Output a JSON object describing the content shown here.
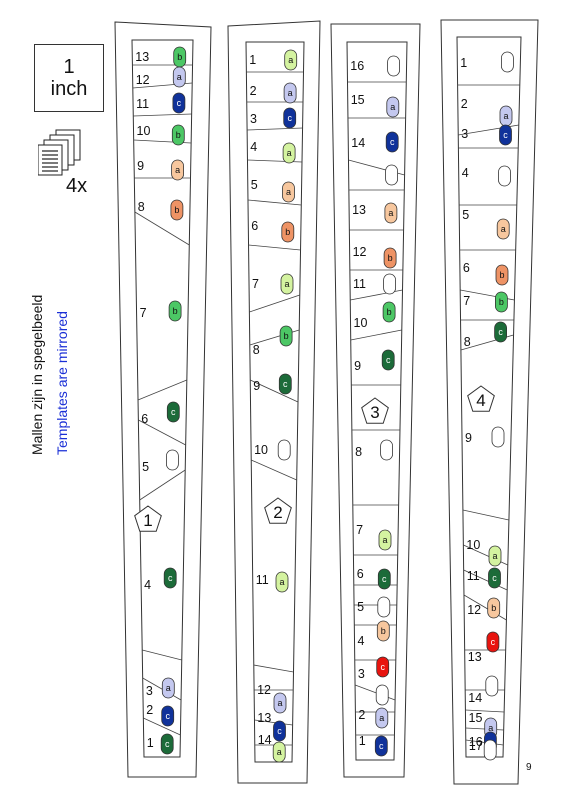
{
  "scale_box": {
    "line1": "1",
    "line2": "inch"
  },
  "copies_label": "4x",
  "side_text_nl": "Mallen zijn in spegelbeeld",
  "side_text_en": "Templates are mirrored",
  "page_number": "9",
  "colors": {
    "a_light_green": "#d4f3a0",
    "a_lavender": "#c4c8ef",
    "a_peach": "#f7c79e",
    "b_green": "#4cc765",
    "b_orange": "#ee9365",
    "c_dark_green": "#1c6b39",
    "c_navy": "#10329a",
    "c_red": "#e8140f",
    "empty": "#ffffff"
  },
  "templates": [
    {
      "id": "1",
      "pieces": [
        {
          "num": "13",
          "letter": "b",
          "color": "b_green"
        },
        {
          "num": "12",
          "letter": "a",
          "color": "a_lavender"
        },
        {
          "num": "11",
          "letter": "c",
          "color": "c_navy"
        },
        {
          "num": "10",
          "letter": "b",
          "color": "b_green"
        },
        {
          "num": "9",
          "letter": "a",
          "color": "a_peach"
        },
        {
          "num": "8",
          "letter": "b",
          "color": "b_orange"
        },
        {
          "num": "7",
          "letter": "b",
          "color": "b_green"
        },
        {
          "num": "6",
          "letter": "c",
          "color": "c_dark_green"
        },
        {
          "num": "5",
          "letter": "",
          "color": "empty"
        },
        {
          "num": "4",
          "letter": "c",
          "color": "c_dark_green"
        },
        {
          "num": "3",
          "letter": "a",
          "color": "a_lavender"
        },
        {
          "num": "2",
          "letter": "c",
          "color": "c_navy"
        },
        {
          "num": "1",
          "letter": "c",
          "color": "c_dark_green"
        }
      ]
    },
    {
      "id": "2",
      "pieces": [
        {
          "num": "1",
          "letter": "a",
          "color": "a_light_green"
        },
        {
          "num": "2",
          "letter": "a",
          "color": "a_lavender"
        },
        {
          "num": "3",
          "letter": "c",
          "color": "c_navy"
        },
        {
          "num": "4",
          "letter": "a",
          "color": "a_light_green"
        },
        {
          "num": "5",
          "letter": "a",
          "color": "a_peach"
        },
        {
          "num": "6",
          "letter": "b",
          "color": "b_orange"
        },
        {
          "num": "7",
          "letter": "a",
          "color": "a_light_green"
        },
        {
          "num": "8",
          "letter": "b",
          "color": "b_green"
        },
        {
          "num": "9",
          "letter": "c",
          "color": "c_dark_green"
        },
        {
          "num": "10",
          "letter": "",
          "color": "empty"
        },
        {
          "num": "11",
          "letter": "a",
          "color": "a_light_green"
        },
        {
          "num": "12",
          "letter": "a",
          "color": "a_lavender"
        },
        {
          "num": "13",
          "letter": "c",
          "color": "c_navy"
        },
        {
          "num": "14",
          "letter": "a",
          "color": "a_light_green"
        }
      ]
    },
    {
      "id": "3",
      "pieces": [
        {
          "num": "16",
          "letter": "",
          "color": "empty"
        },
        {
          "num": "15",
          "letter": "a",
          "color": "a_lavender"
        },
        {
          "num": "14",
          "letter": "c",
          "color": "c_navy"
        },
        {
          "num": "",
          "letter": "",
          "color": "empty"
        },
        {
          "num": "13",
          "letter": "a",
          "color": "a_peach"
        },
        {
          "num": "12",
          "letter": "b",
          "color": "b_orange"
        },
        {
          "num": "11",
          "letter": "",
          "color": "empty"
        },
        {
          "num": "10",
          "letter": "b",
          "color": "b_green"
        },
        {
          "num": "9",
          "letter": "c",
          "color": "c_dark_green"
        },
        {
          "num": "8",
          "letter": "",
          "color": "empty"
        },
        {
          "num": "7",
          "letter": "a",
          "color": "a_light_green"
        },
        {
          "num": "6",
          "letter": "c",
          "color": "c_dark_green"
        },
        {
          "num": "5",
          "letter": "",
          "color": "empty"
        },
        {
          "num": "4",
          "letter": "b",
          "color": "a_peach"
        },
        {
          "num": "3",
          "letter": "c",
          "color": "c_red"
        },
        {
          "num": "",
          "letter": "",
          "color": "empty"
        },
        {
          "num": "2",
          "letter": "a",
          "color": "a_lavender"
        },
        {
          "num": "1",
          "letter": "c",
          "color": "c_navy"
        }
      ]
    },
    {
      "id": "4",
      "pieces": [
        {
          "num": "1",
          "letter": "",
          "color": "empty"
        },
        {
          "num": "2",
          "letter": "a",
          "color": "a_lavender"
        },
        {
          "num": "3",
          "letter": "c",
          "color": "c_navy"
        },
        {
          "num": "4",
          "letter": "",
          "color": "empty"
        },
        {
          "num": "5",
          "letter": "a",
          "color": "a_peach"
        },
        {
          "num": "6",
          "letter": "b",
          "color": "b_orange"
        },
        {
          "num": "7",
          "letter": "b",
          "color": "b_green"
        },
        {
          "num": "8",
          "letter": "c",
          "color": "c_dark_green"
        },
        {
          "num": "9",
          "letter": "",
          "color": "empty"
        },
        {
          "num": "10",
          "letter": "a",
          "color": "a_light_green"
        },
        {
          "num": "11",
          "letter": "c",
          "color": "c_dark_green"
        },
        {
          "num": "12",
          "letter": "b",
          "color": "a_peach"
        },
        {
          "num": "13",
          "letter": "c",
          "color": "c_red"
        },
        {
          "num": "14",
          "letter": "",
          "color": "empty"
        },
        {
          "num": "15",
          "letter": "a",
          "color": "a_lavender"
        },
        {
          "num": "16",
          "letter": "c",
          "color": "c_navy"
        },
        {
          "num": "17",
          "letter": "",
          "color": "empty"
        }
      ]
    }
  ]
}
